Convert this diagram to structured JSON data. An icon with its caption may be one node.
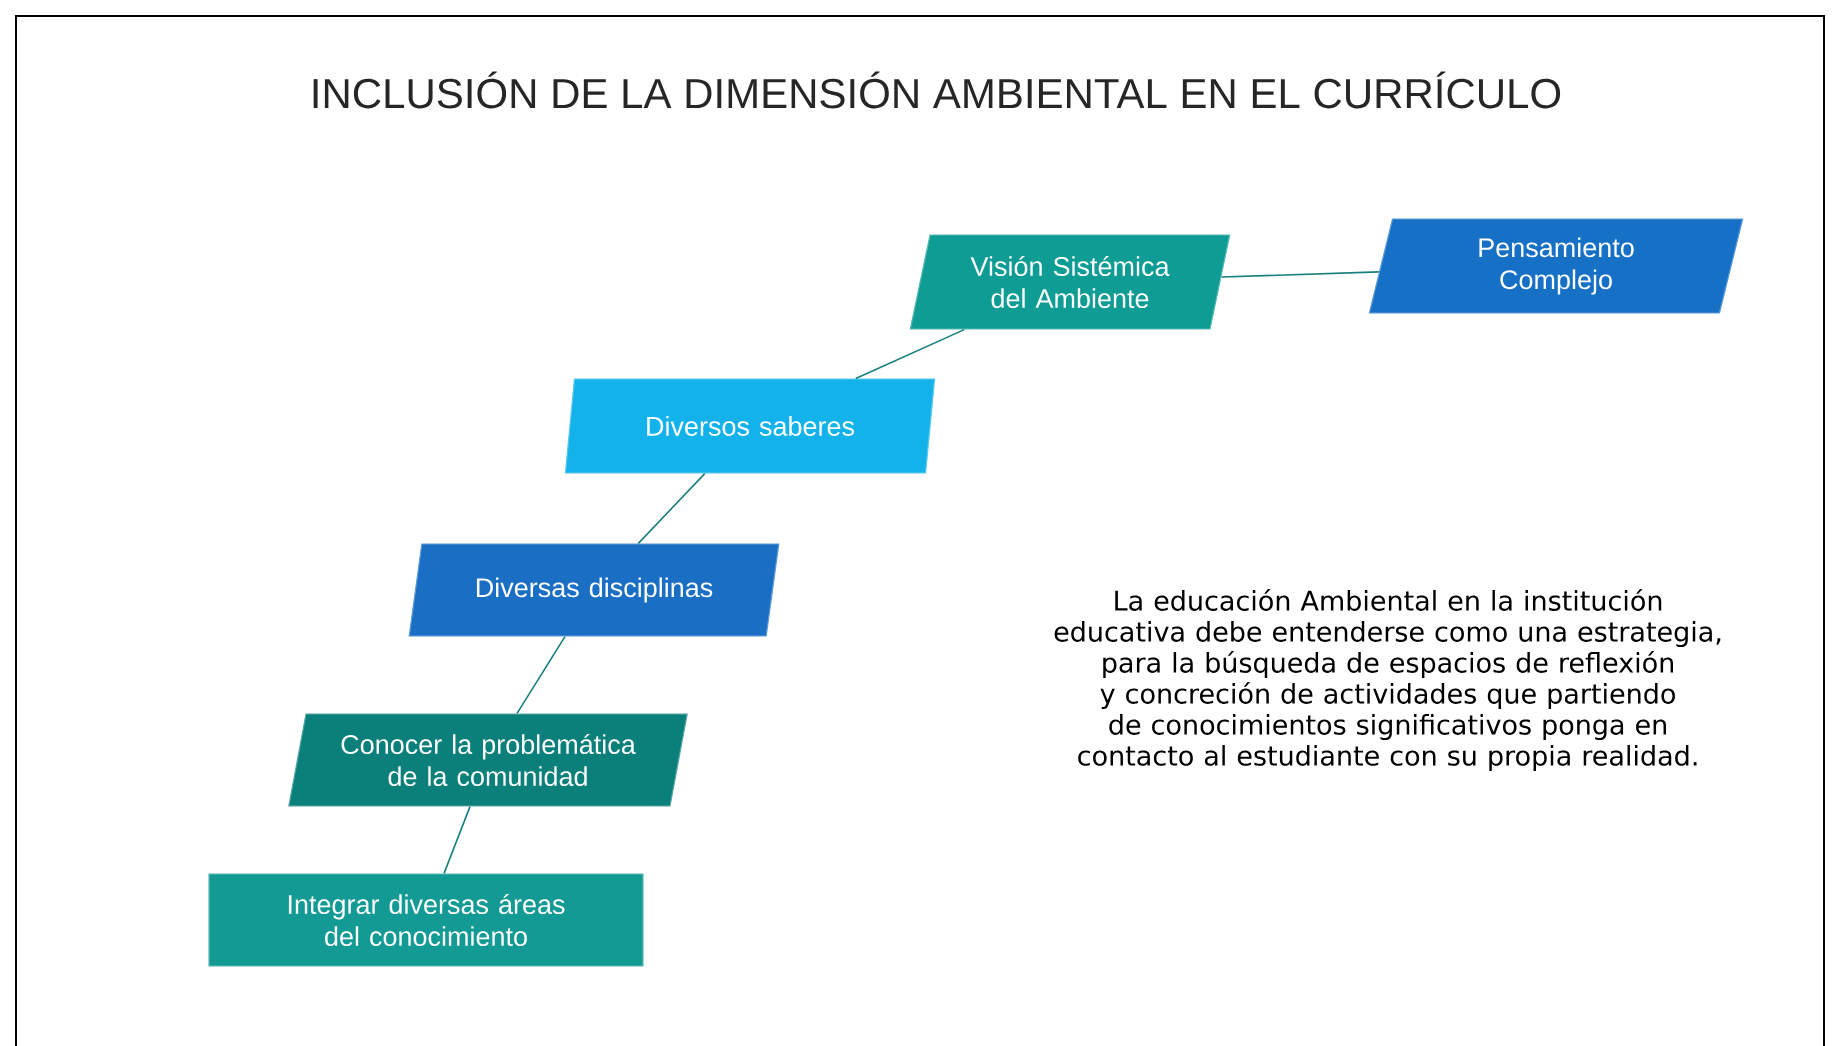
{
  "diagram": {
    "title": "INCLUSIÓN DE LA DIMENSIÓN AMBIENTAL EN EL CURRÍCULO",
    "nodes": [
      {
        "text": [
          "Visión Sistémica del Ambiente"
        ]
      },
      {
        "text": [
          "Pensamiento Complejo"
        ]
      },
      {
        "text": [
          "Diversos saberes"
        ]
      },
      {
        "text": [
          "Diversas disciplinas"
        ]
      },
      {
        "text": [
          "Conocer la problemática de la comunidad"
        ]
      },
      {
        "text": [
          "Integrar diversas áreas del conocimiento"
        ]
      }
    ],
    "edges": [
      {
        "from": 0,
        "to": 1,
        "arrow": "none"
      },
      {
        "from": 0,
        "to": 2,
        "arrow": "none"
      },
      {
        "from": 2,
        "to": 3,
        "arrow": "none"
      },
      {
        "from": 3,
        "to": 4,
        "arrow": "none"
      },
      {
        "from": 4,
        "to": 5,
        "arrow": "none"
      }
    ],
    "labels": [
      "La educación Ambiental en la institución educativa debe entenderse como una estrategia, para la búsqueda de espacios de reflexión y concreción de actividades que partiendo de conocimientos significativos ponga en contacto al estudiante con su propia realidad."
    ]
  }
}
